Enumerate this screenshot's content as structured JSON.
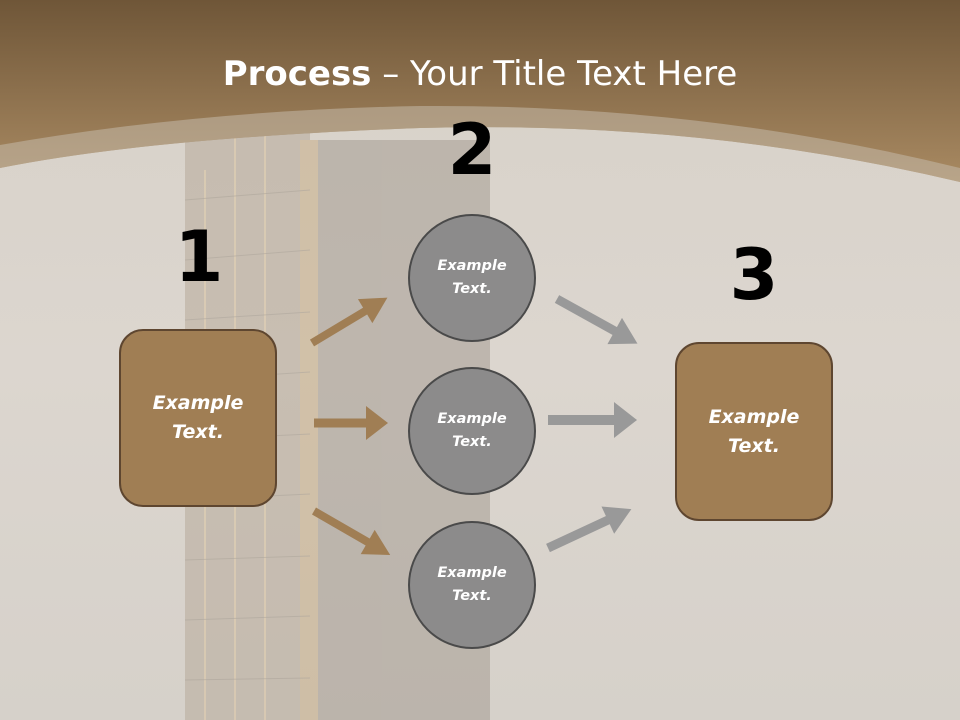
{
  "title": {
    "bold": "Process",
    "rest": " – Your Title Text Here"
  },
  "steps": [
    {
      "number": "1"
    },
    {
      "number": "2"
    },
    {
      "number": "3"
    }
  ],
  "start_box": {
    "text": "Example\nText."
  },
  "middle_circles": [
    {
      "text": "Example\nText."
    },
    {
      "text": "Example\nText."
    },
    {
      "text": "Example\nText."
    }
  ],
  "end_box": {
    "text": "Example\nText."
  },
  "colors": {
    "header_brown": "#8f7050",
    "box_fill": "#a07e54",
    "box_border": "#5e4630",
    "circle_fill": "#8c8b8b",
    "brown_arrow": "#a07e54",
    "gray_arrow": "#999999"
  }
}
